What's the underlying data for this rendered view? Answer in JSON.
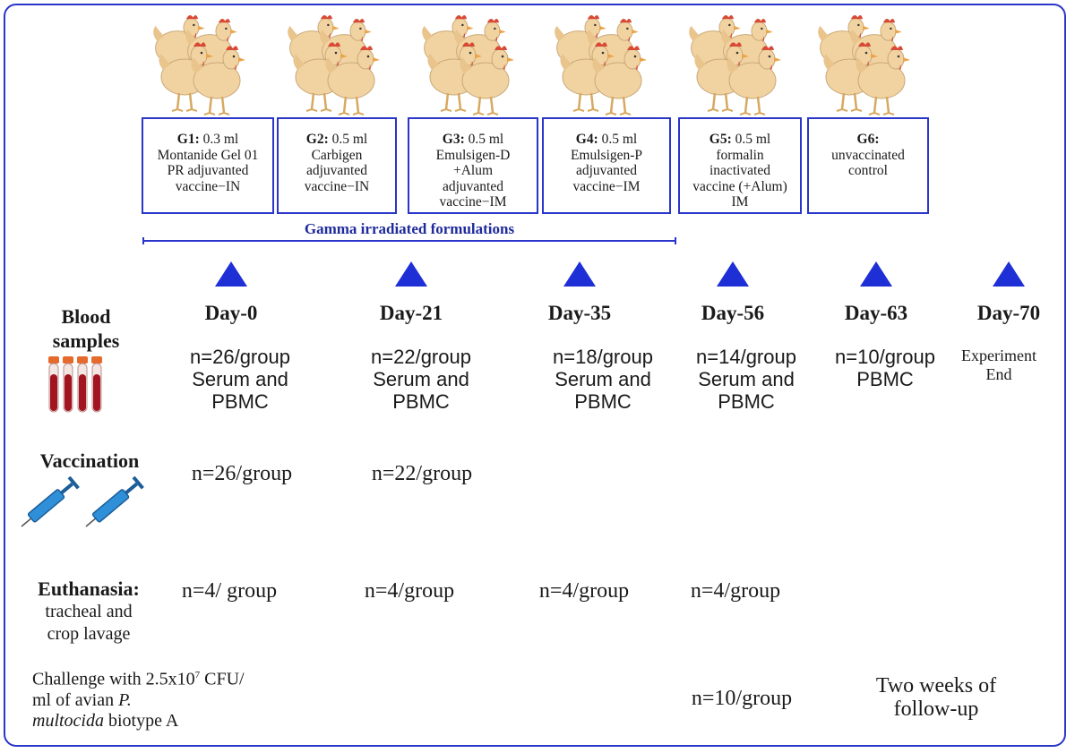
{
  "groups": [
    {
      "id": "G1:",
      "text": " 0.3 ml\nMontanide Gel 01\nPR adjuvanted\nvaccine−IN"
    },
    {
      "id": "G2:",
      "text": " 0.5 ml\nCarbigen\nadjuvanted\nvaccine−IN"
    },
    {
      "id": "G3:",
      "text": " 0.5 ml\nEmulsigen-D\n+Alum\nadjuvanted\nvaccine−IM"
    },
    {
      "id": "G4:",
      "text": " 0.5 ml\nEmulsigen-P\nadjuvanted\nvaccine−IM"
    },
    {
      "id": "G5:",
      "text": " 0.5 ml\nformalin\ninactivated\nvaccine (+Alum)\nIM"
    },
    {
      "id": "G6:",
      "text": "\nunvaccinated\ncontrol"
    }
  ],
  "gamma_label": "Gamma irradiated formulations",
  "days": [
    "Day-0",
    "Day-21",
    "Day-35",
    "Day-56",
    "Day-63",
    "Day-70"
  ],
  "rows": {
    "blood": {
      "label": "Blood\nsamples",
      "cells": [
        "n=26/group\nSerum and\nPBMC",
        "n=22/group\nSerum and\nPBMC",
        "n=18/group\nSerum and\nPBMC",
        "n=14/group\nSerum and\nPBMC",
        "n=10/group\nPBMC",
        "Experiment\nEnd"
      ]
    },
    "vaccination": {
      "label": "Vaccination",
      "cells": [
        "n=26/group",
        "n=22/group"
      ]
    },
    "euthanasia": {
      "label_bold": "Euthanasia:",
      "label_rest": "tracheal and\ncrop lavage",
      "cells": [
        "n=4/ group",
        "n=4/group",
        "n=4/group",
        "n=4/group"
      ]
    },
    "challenge": {
      "label_line1": "Challenge with 2.5x10",
      "label_sup": "7",
      "label_line1b": " CFU/",
      "label_line2a": "ml of avian ",
      "label_line2b": "P.",
      "label_line3a": "multocida",
      "label_line3b": " biotype A",
      "cell_day56": "n=10/group",
      "followup": "Two weeks of\nfollow-up"
    }
  },
  "colors": {
    "accent": "#2a35c9",
    "triangle": "#1f2fd6",
    "gamma_text": "#1e2a9c"
  }
}
